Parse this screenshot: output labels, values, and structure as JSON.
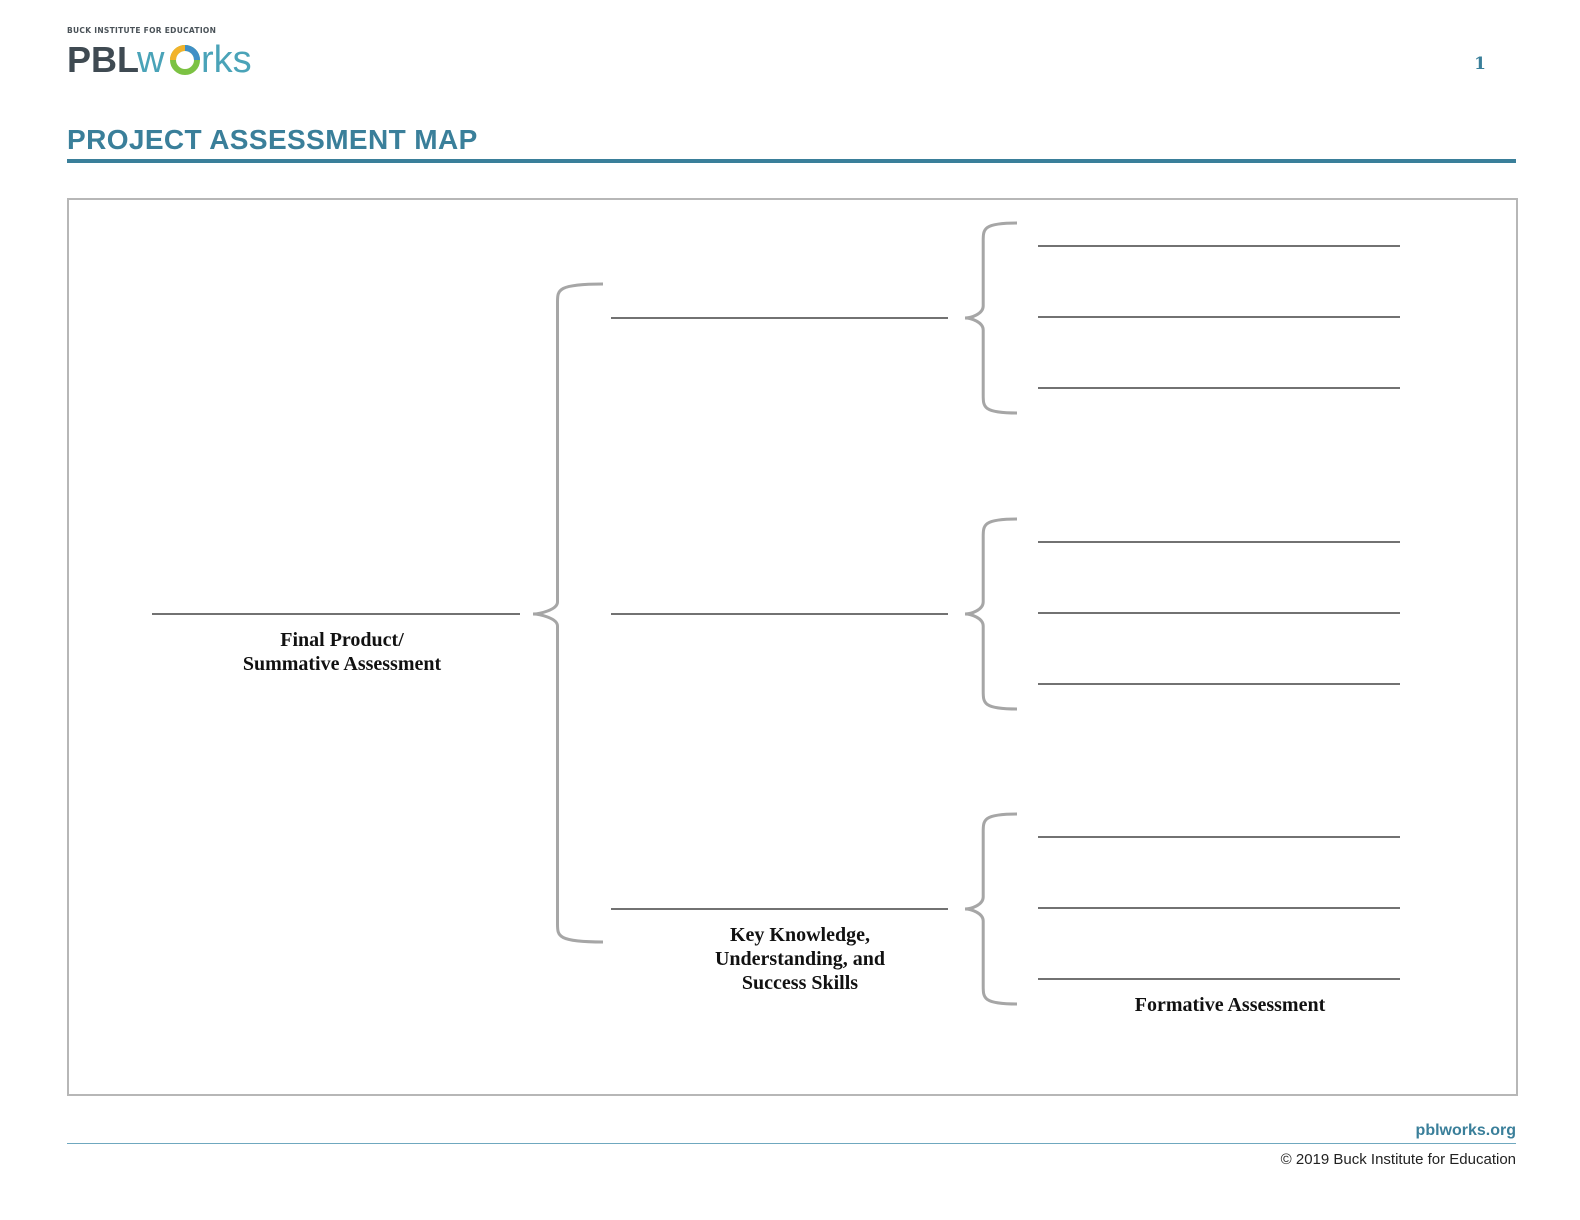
{
  "header": {
    "org_name": "BUCK INSTITUTE FOR EDUCATION",
    "logo_text": "PBLWorks",
    "page_number": "1",
    "title": "PROJECT ASSESSMENT MAP"
  },
  "map": {
    "final_label": [
      "Final Product/",
      "Summative Assessment"
    ],
    "key_label": [
      "Key Knowledge,",
      "Understanding, and",
      "Success Skills"
    ],
    "formative_label": "Formative Assessment",
    "key_lines_count": 3,
    "formative_lines_per_key": 3
  },
  "footer": {
    "website": "pblworks.org",
    "copyright": "© 2019 Buck Institute for Education"
  },
  "colors": {
    "accent": "#3a7f9a",
    "brace": "#a6a6a6",
    "blank_line": "#444444"
  }
}
